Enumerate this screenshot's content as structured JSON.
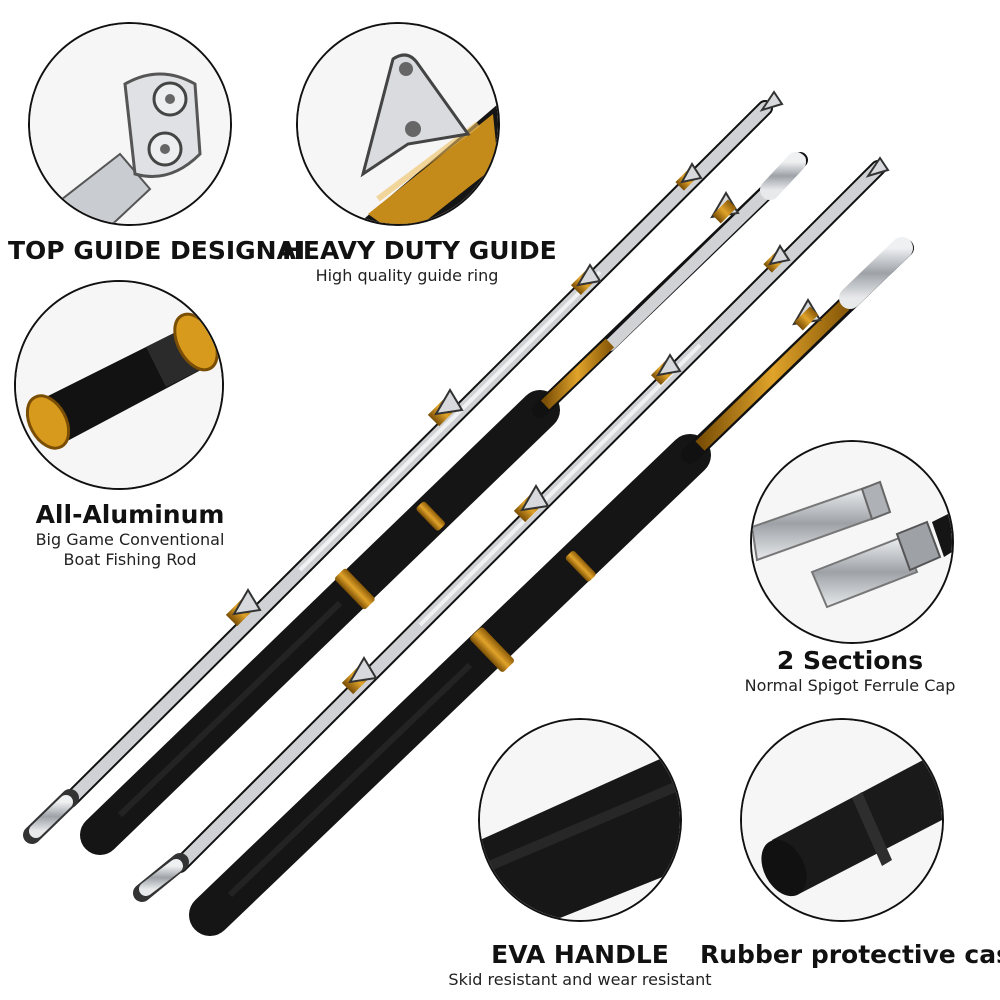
{
  "features": [
    {
      "title": "TOP GUIDE DESIGNAI",
      "subtitle": ""
    },
    {
      "title": "HEAVY DUTY GUIDE",
      "subtitle": "High quality guide ring"
    },
    {
      "title": "All-Aluminum",
      "subtitle": "Big Game Conventional",
      "subtitle2": "Boat Fishing Rod"
    },
    {
      "title": "2 Sections",
      "subtitle": "Normal Spigot Ferrule Cap"
    },
    {
      "title": "EVA HANDLE",
      "subtitle": "Skid resistant and wear resistant"
    },
    {
      "title": "Rubber protective case",
      "subtitle": ""
    }
  ],
  "colors": {
    "outline": "#111111",
    "gold": "#c98a12",
    "blank_black": "#161616",
    "blank_silver": "#d9dadc",
    "chrome": "#b9bcc0"
  }
}
